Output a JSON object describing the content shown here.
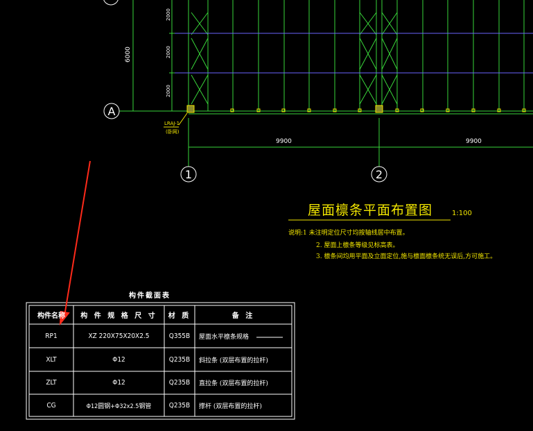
{
  "plan": {
    "title": "屋面檩条平面布置图",
    "scale": "1:100",
    "notes": [
      "说明:1  未注明定位尺寸均按轴线居中布置。",
      "2. 屋面上檩条等级见标高表。",
      "3. 檩条间均用平面及立面定位,施与檩面檩条统无误后,方可施工。"
    ],
    "axis_a": "A",
    "axis_1": "1",
    "axis_2": "2",
    "dim_9900_a": "9900",
    "dim_9900_b": "9900",
    "dim_6000": "6000",
    "dim_2000_a": "2000",
    "dim_2000_b": "2000",
    "dim_2000_c": "2000",
    "callout_a": "LRAJ-1",
    "callout_b": "(卧网)"
  },
  "table": {
    "title": "构件截面表",
    "headers": [
      "构件名称",
      "构 件 规 格 尺 寸",
      "材  质",
      "备  注"
    ],
    "rows": [
      {
        "name": "RP1",
        "spec": "XZ 220X75X20X2.5",
        "material": "Q355B",
        "remark": "屋面水平檩条规格"
      },
      {
        "name": "XLT",
        "spec": "Φ12",
        "material": "Q235B",
        "remark": "斜拉条 (双层布置的拉杆)"
      },
      {
        "name": "ZLT",
        "spec": "Φ12",
        "material": "Q235B",
        "remark": "直拉条 (双层布置的拉杆)"
      },
      {
        "name": "CG",
        "spec": "Φ12圆钢+Φ32x2.5钢管",
        "material": "Q235B",
        "remark": "撑杆  (双层布置的拉杆)"
      }
    ]
  },
  "colors": {
    "green": "#39d63a",
    "blue": "#6a64ff",
    "yellow": "#f2e600",
    "annotation_red": "#ff2a1a"
  }
}
